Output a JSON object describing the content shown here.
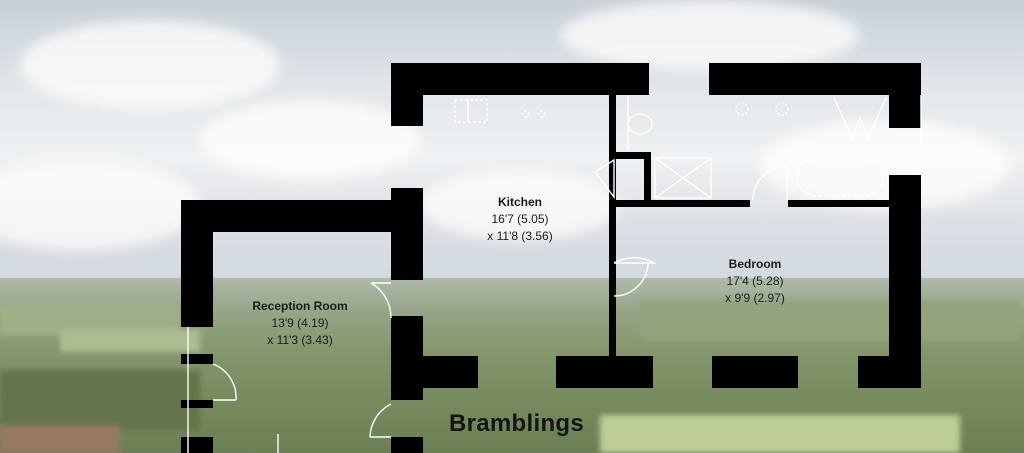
{
  "plan_title": "Bramblings",
  "rooms": [
    {
      "name": "Kitchen",
      "dim1": "16'7 (5.05)",
      "dim2": "x 11'8 (3.56)"
    },
    {
      "name": "Bedroom",
      "dim1": "17'4 (5.28)",
      "dim2": "x 9'9 (2.97)"
    },
    {
      "name": "Reception Room",
      "dim1": "13'9 (4.19)",
      "dim2": "x 11'3 (3.43)"
    }
  ],
  "colors": {
    "wall": "#000000",
    "fixture_line": "#ffffff",
    "text": "#1a1a1a"
  }
}
